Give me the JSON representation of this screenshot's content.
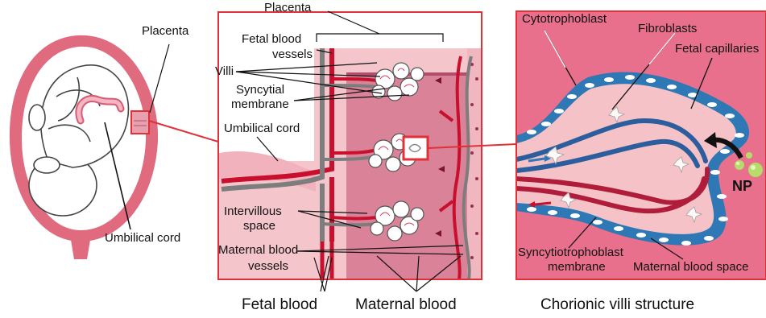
{
  "panels": {
    "left": {
      "labels": {
        "placenta": "Placenta",
        "umbilical_cord": "Umbilical cord"
      }
    },
    "middle": {
      "labels": {
        "placenta": "Placenta",
        "fetal_blood_vessels_1": "Fetal blood",
        "fetal_blood_vessels_2": "vessels",
        "villi": "Villi",
        "syncytial_membrane_1": "Syncytial",
        "syncytial_membrane_2": "membrane",
        "umbilical_cord": "Umbilical cord",
        "intervillous_space_1": "Intervillous",
        "intervillous_space_2": "space",
        "maternal_blood_vessels_1": "Maternal blood",
        "maternal_blood_vessels_2": "vessels"
      },
      "captions": {
        "fetal_blood": "Fetal blood",
        "maternal_blood": "Maternal blood"
      }
    },
    "right": {
      "labels": {
        "cytotrophoblast": "Cytotrophoblast",
        "fibroblasts": "Fibroblasts",
        "fetal_capillaries": "Fetal capillaries",
        "np": "NP",
        "syncytiotrophoblast_1": "Syncytiotrophoblast",
        "syncytiotrophoblast_2": "membrane",
        "maternal_blood_space": "Maternal blood space"
      },
      "caption": "Chorionic villi structure"
    }
  },
  "colors": {
    "frame_red": "#e0303a",
    "uterus_pink": "#e06a7e",
    "tissue_pink": "#f4c6cc",
    "villus_bg": "#e9708c",
    "membrane_blue": "#2e78b5",
    "vessel_red": "#c8102e",
    "vessel_blue": "#2c5e9e",
    "nanoparticle_green": "#b6dc6a"
  }
}
